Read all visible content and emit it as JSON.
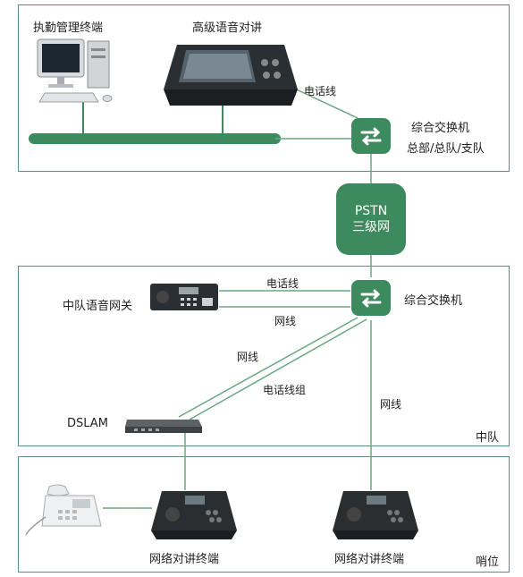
{
  "top_zone": {
    "pc_label": "执勤管理终端",
    "intercom_label": "高级语音对讲",
    "phone_line_label": "电话线",
    "switch_label_1": "综合交换机",
    "switch_label_2": "总部/总队/支队"
  },
  "pstn": {
    "line1": "PSTN",
    "line2": "三级网"
  },
  "middle_zone": {
    "gateway_label": "中队语音网关",
    "phone_line_label": "电话线",
    "network_line_label": "网线",
    "switch_label": "综合交换机",
    "network_line_label_2": "网线",
    "phone_line_group_label": "电话线组",
    "network_line_label_3": "网线",
    "dslam_label": "DSLAM",
    "zone_label": "中队"
  },
  "bottom_zone": {
    "terminal_label_1": "网络对讲终端",
    "terminal_label_2": "网络对讲终端",
    "zone_label": "哨位"
  },
  "colors": {
    "accent": "#3d8a5e",
    "border": "#5f8f78",
    "line": "#6aa783"
  }
}
